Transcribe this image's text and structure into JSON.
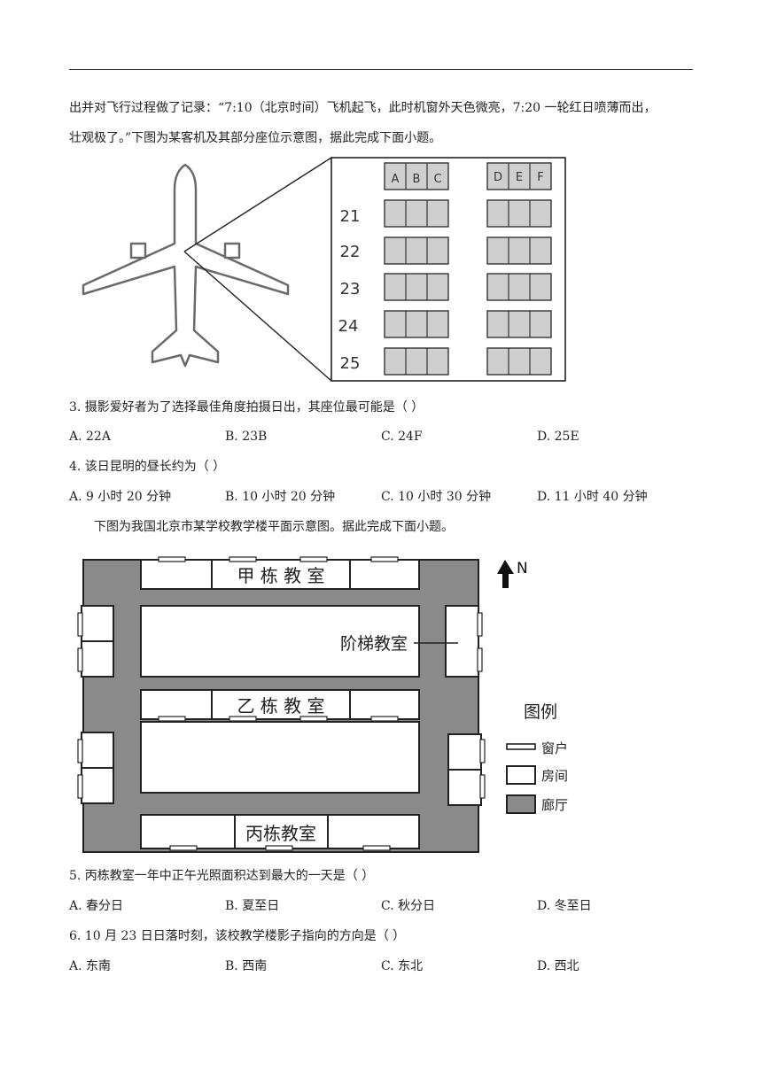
{
  "intro": {
    "line1": "出并对飞行过程做了记录：“7:10（北京时间）飞机起飞，此时机窗外天色微亮，7:20 一轮红日喷薄而出，",
    "line2": "壮观极了。”下图为某客机及其部分座位示意图，据此完成下面小题。"
  },
  "seat_figure": {
    "columns": [
      "A",
      "B",
      "C",
      "D",
      "E",
      "F"
    ],
    "rows": [
      "21",
      "22",
      "23",
      "24",
      "25"
    ]
  },
  "q3": {
    "stem": "3.  摄影爱好者为了选择最佳角度拍摄日出，其座位最可能是（      ）",
    "options": [
      "A.  22A",
      "B.  23B",
      "C.  24F",
      "D.  25E"
    ]
  },
  "q4": {
    "stem": "4.  该日昆明的昼长约为（      ）",
    "options": [
      "A.  9 小时 20 分钟",
      "B.  10 小时 20 分钟",
      "C.  10 小时 30 分钟",
      "D.  11 小时 40 分钟"
    ]
  },
  "intro2": "下图为我国北京市某学校教学楼平面示意图。据此完成下面小题。",
  "building_figure": {
    "jia": "甲 栋 教 室",
    "yi": "乙 栋 教 室",
    "bing": "丙栋教室",
    "lecture": "阶梯教室",
    "north": "N",
    "legend_title": "图例",
    "legend": [
      "窗户",
      "房间",
      "廊厅"
    ]
  },
  "q5": {
    "stem": "5.  丙栋教室一年中正午光照面积达到最大的一天是（      ）",
    "options": [
      "A.  春分日",
      "B.  夏至日",
      "C.  秋分日",
      "D.  冬至日"
    ]
  },
  "q6": {
    "stem": "6.  10 月 23 日日落时刻，该校教学楼影子指向的方向是（      ）",
    "options": [
      "A.  东南",
      "B.  西南",
      "C.  东北",
      "D.  西北"
    ]
  }
}
